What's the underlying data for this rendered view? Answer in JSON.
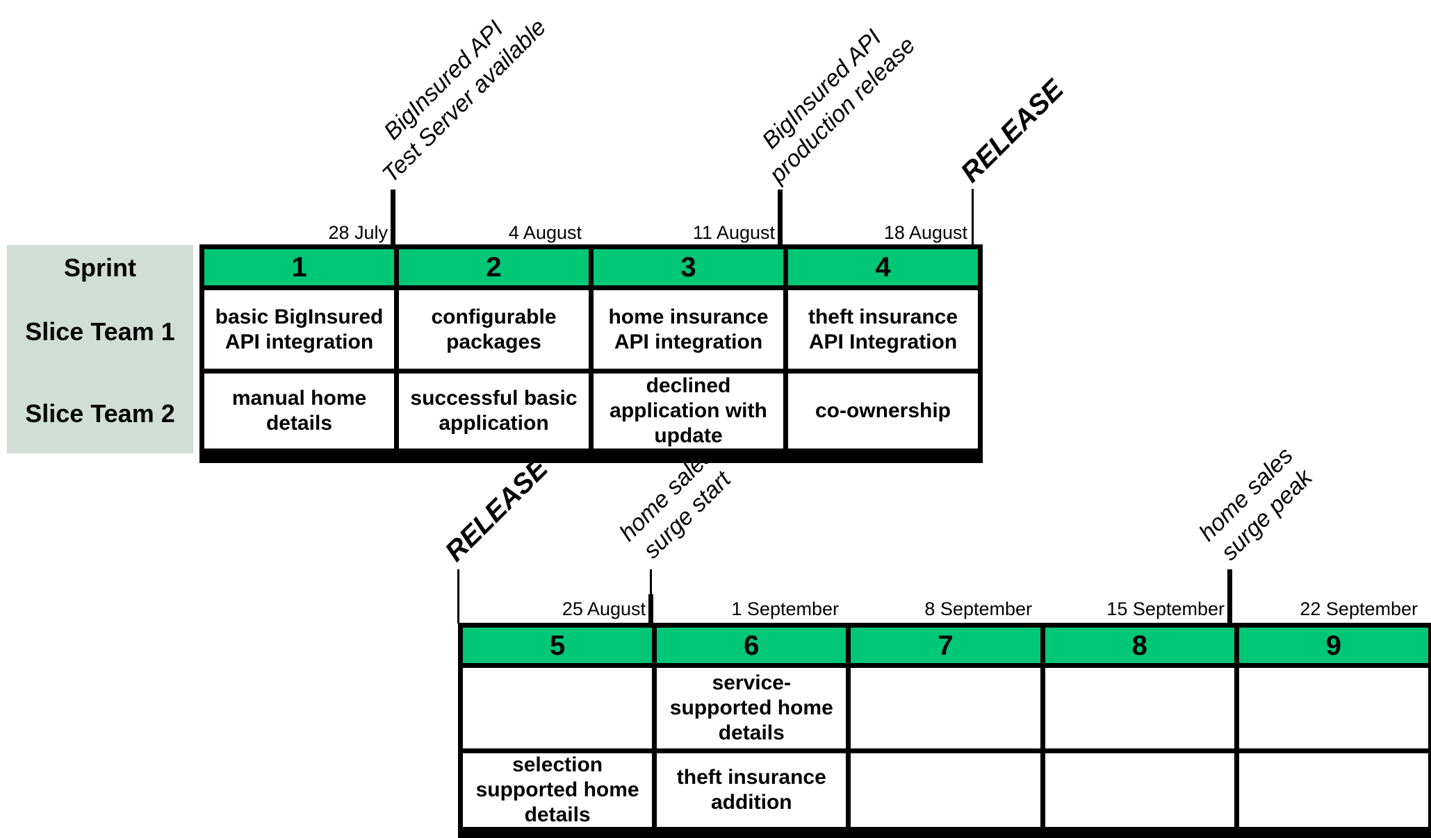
{
  "palette": {
    "sprint_green": "#00c776",
    "panel_gray": "#d1ddd7",
    "line_black": "#000000"
  },
  "row_labels": {
    "sprint": "Sprint",
    "team1": "Slice Team 1",
    "team2": "Slice Team 2"
  },
  "table1": {
    "dates": [
      "28 July",
      "4 August",
      "11 August",
      "18 August"
    ],
    "sprints": [
      "1",
      "2",
      "3",
      "4"
    ],
    "team1": [
      "basic BigInsured API integration",
      "configurable packages",
      "home insurance API integration",
      "theft insurance API Integration"
    ],
    "team2": [
      "manual home details",
      "successful basic application",
      "declined application with update",
      "co-ownership"
    ]
  },
  "table2": {
    "dates": [
      "25 August",
      "1 September",
      "8 September",
      "15 September",
      "22 September"
    ],
    "sprints": [
      "5",
      "6",
      "7",
      "8",
      "9"
    ],
    "team1": [
      "",
      "service-supported home details",
      "",
      "",
      ""
    ],
    "team2": [
      "selection supported home details",
      "theft insurance addition",
      "",
      "",
      ""
    ]
  },
  "annotations": {
    "milestone1_line1": "BigInsured API",
    "milestone1_line2": "Test Server available",
    "milestone2_line1": "BigInsured API",
    "milestone2_line2": "production release",
    "release_top": "RELEASE",
    "release_bottom": "RELEASE",
    "surge_start_line1": "home sales",
    "surge_start_line2": "surge start",
    "surge_peak_line1": "home sales",
    "surge_peak_line2": "surge peak"
  }
}
